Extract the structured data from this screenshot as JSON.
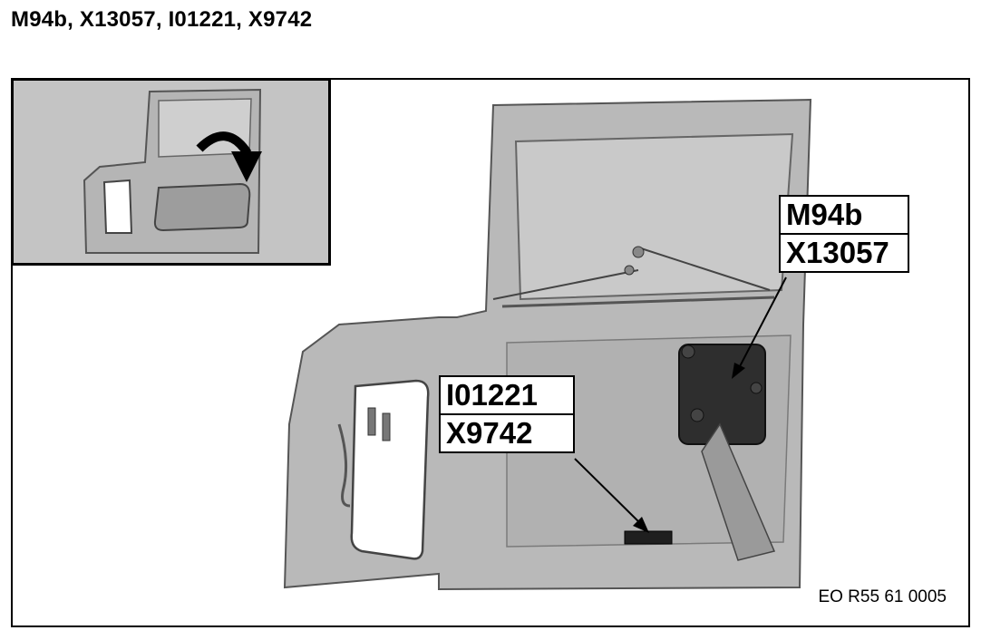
{
  "title": "M94b, X13057, I01221, X9742",
  "callouts": {
    "motor": [
      "M94b",
      "X13057"
    ],
    "sensor": [
      "I01221",
      "X9742"
    ]
  },
  "figure_code": "EO R55 61 0005",
  "colors": {
    "panel": "#b9b9b9",
    "panel_dark": "#8e8e8e",
    "window": "#c9c9c9",
    "motor": "#2e2e2e"
  }
}
